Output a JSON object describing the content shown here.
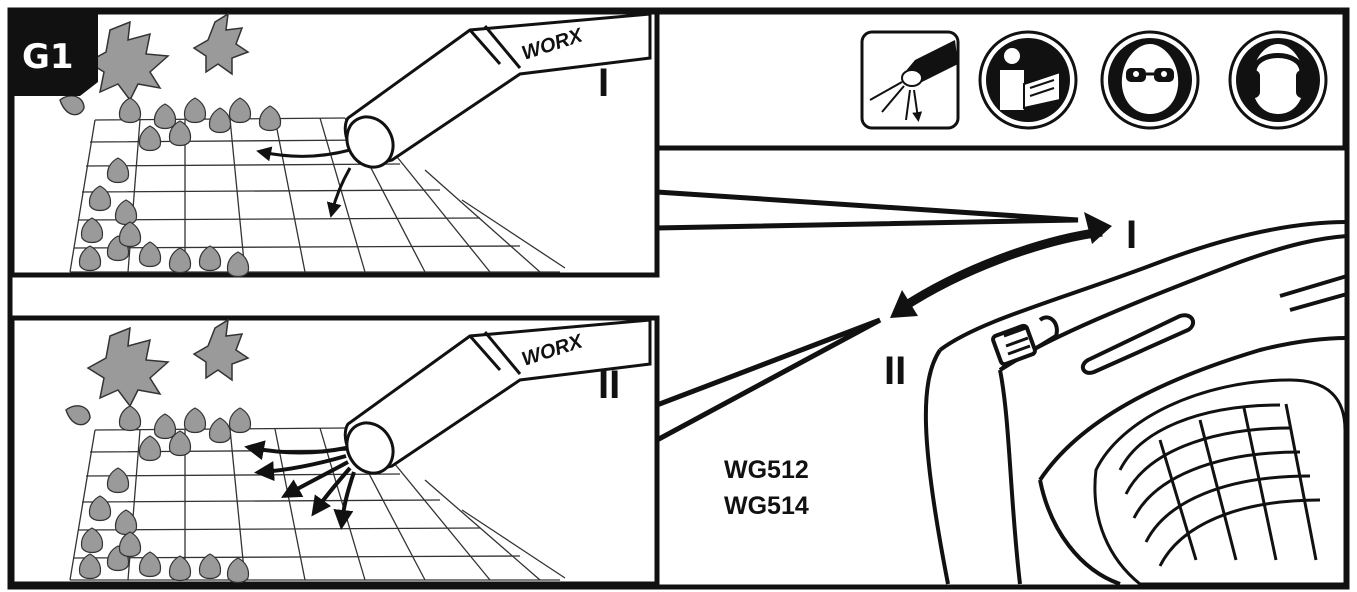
{
  "figure": {
    "badge": "G1",
    "top_panel": {
      "label": "I",
      "brand": "WORX"
    },
    "bottom_panel": {
      "label": "II",
      "brand": "WORX"
    },
    "right_panel": {
      "label_position_1": "I",
      "label_position_2": "II",
      "models": [
        "WG512",
        "WG514"
      ]
    },
    "safety_icons": [
      {
        "icon": "flying-debris-icon"
      },
      {
        "icon": "read-manual-icon"
      },
      {
        "icon": "eye-protection-icon"
      },
      {
        "icon": "ear-protection-icon"
      }
    ],
    "colors": {
      "ink": "#111111",
      "leaf": "#9a9a9a",
      "paper": "#ffffff"
    }
  }
}
